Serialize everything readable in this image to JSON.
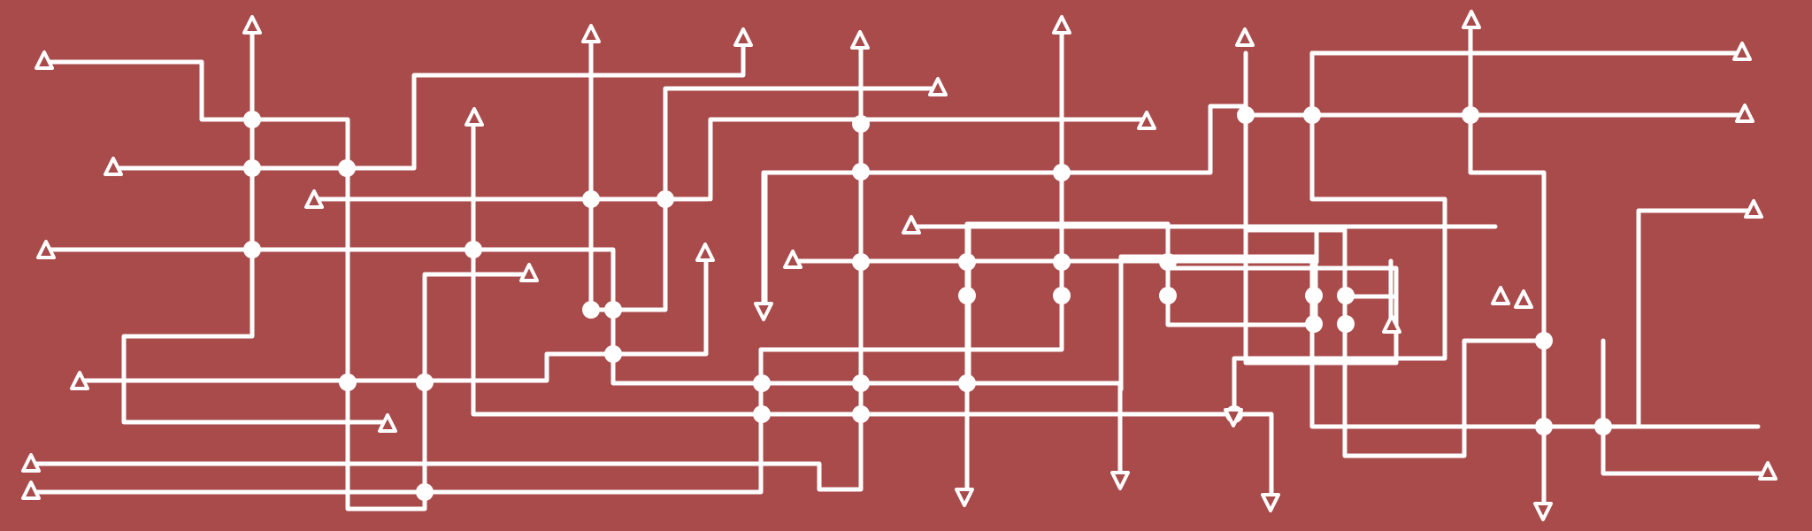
{
  "diagram": {
    "type": "wire-network",
    "colors": {
      "background": "#a94a4b",
      "wire": "#ffffff",
      "junction": "#ffffff",
      "terminal_outline": "#ffffff"
    },
    "terminal_icon": "open-triangle",
    "junction_icon": "filled-dot",
    "labels": []
  }
}
